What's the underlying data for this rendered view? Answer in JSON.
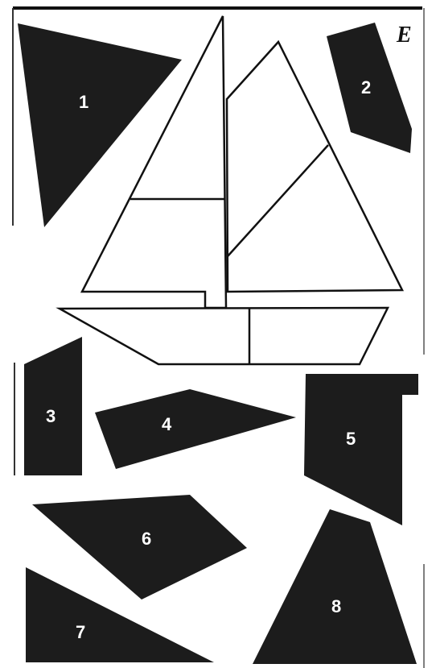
{
  "puzzle_letter": "E",
  "colors": {
    "piece_fill": "#1c1c1c",
    "outline": "#111111",
    "paper": "#ffffff"
  },
  "pieces": [
    {
      "id": "1",
      "label": "1"
    },
    {
      "id": "2",
      "label": "2"
    },
    {
      "id": "3",
      "label": "3"
    },
    {
      "id": "4",
      "label": "4"
    },
    {
      "id": "5",
      "label": "5"
    },
    {
      "id": "6",
      "label": "6"
    },
    {
      "id": "7",
      "label": "7"
    },
    {
      "id": "8",
      "label": "8"
    }
  ]
}
